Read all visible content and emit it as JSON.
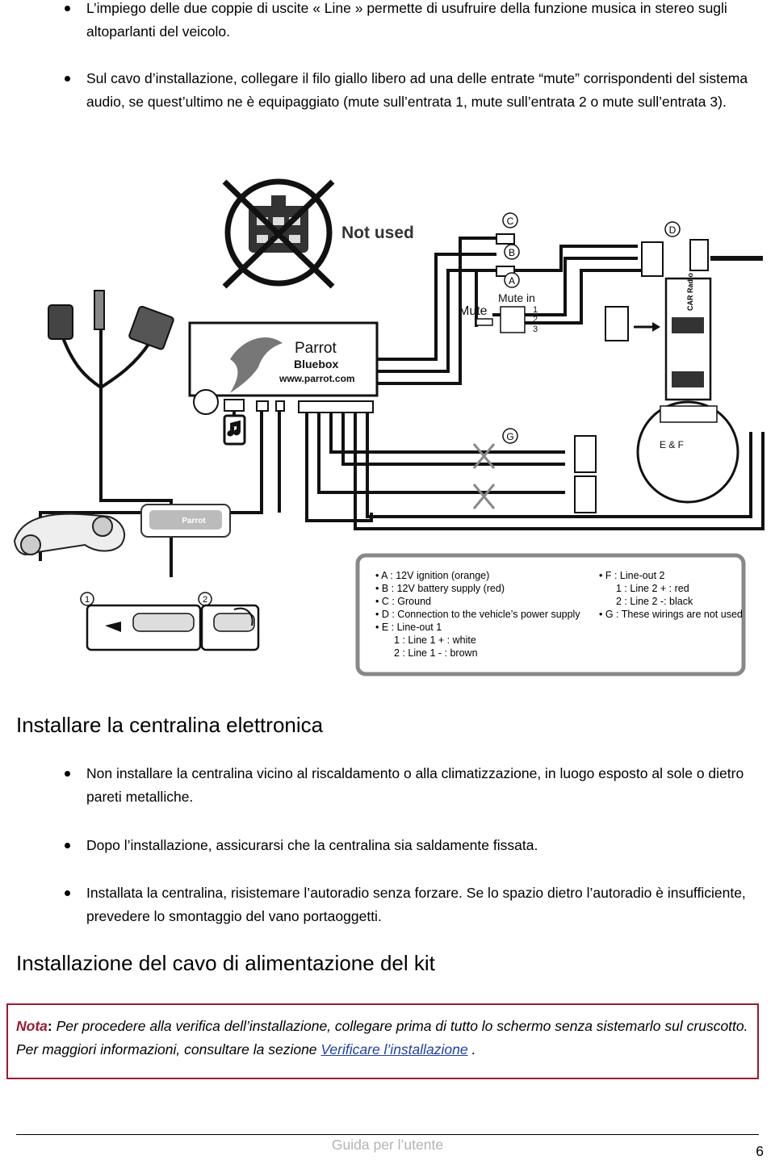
{
  "intro_bullets": [
    "L’impiego delle due coppie di uscite « Line » permette di usufruire della funzione musica in stereo sugli altoparlanti del veicolo.",
    "Sul cavo d’installazione, collegare il filo giallo libero ad una delle entrate “mute” corrispondenti del sistema audio, se quest’ultimo ne è equipaggiato (mute sull’entrata 1, mute sull’entrata 2 o mute sull’entrata 3)."
  ],
  "diagram": {
    "not_used": "Not used",
    "brand": "Parrot",
    "product": "Bluebox",
    "website": "www.parrot.com",
    "mute": "Mute",
    "mute_in": "Mute in",
    "mute_in_numbers": [
      "1",
      "2",
      "3"
    ],
    "car_radio": "CAR Radio",
    "callouts": {
      "a": "A",
      "b": "B",
      "c": "C",
      "d": "D",
      "ef": "E & F",
      "g": "G",
      "step1": "1",
      "step2": "2"
    },
    "display_brand": "Parrot",
    "legend_left": [
      "• A : 12V ignition  (orange)",
      "• B : 12V battery supply (red)",
      "• C : Ground",
      "• D : Connection to the vehicle’s power supply",
      "• E : Line-out 1",
      "1 : Line 1 + : white",
      "2 : Line 1 - : brown"
    ],
    "legend_right": [
      "• F : Line-out 2",
      "1 : Line 2 + : red",
      "2 : Line 2 -: black",
      "• G : These wirings are not used"
    ]
  },
  "section1": {
    "title": "Installare la centralina elettronica",
    "bullets": [
      "Non installare la centralina vicino al riscaldamento o alla climatizzazione, in luogo esposto al sole o dietro pareti metalliche.",
      "Dopo l’installazione, assicurarsi che la centralina sia saldamente fissata.",
      "Installata la centralina, risistemare l’autoradio senza forzare. Se lo spazio dietro l’autoradio è insufficiente, prevedere lo smontaggio del vano portaoggetti."
    ]
  },
  "section2": {
    "title": "Installazione del cavo di alimentazione del kit"
  },
  "note": {
    "label": "Nota",
    "colon": ":",
    "text": " Per procedere alla verifica dell’installazione, collegare prima di tutto lo schermo senza sistemarlo sul cruscotto. Per maggiori informazioni, consultare la sezione ",
    "link": "Verificare l’installazione",
    "end": " ."
  },
  "footer": {
    "title": "Guida per l’utente",
    "page": "6"
  },
  "colors": {
    "note_border": "#9b1b30",
    "link": "#1f3fa8",
    "footer_text": "#b3b3b3"
  }
}
